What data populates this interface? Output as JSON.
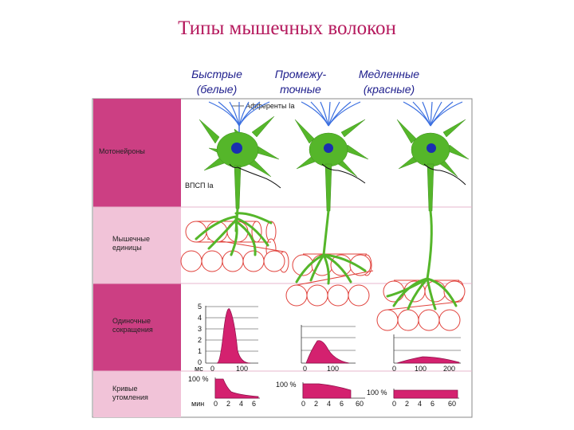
{
  "title": "Типы мышечных волокон",
  "columns": [
    {
      "line1": "Быстрые",
      "line2": "(белые)"
    },
    {
      "line1": "Промежу-",
      "line2": "точные"
    },
    {
      "line1": "Медленные",
      "line2": "(красные)"
    }
  ],
  "rows": [
    {
      "label_lines": [
        "Мотонейроны"
      ],
      "color": "#cc3f83"
    },
    {
      "label_lines": [
        "Мышечные",
        "единицы"
      ],
      "color": "#f1c3d8"
    },
    {
      "label_lines": [
        "Одиночные",
        "сокращения"
      ],
      "color": "#cc3f83"
    },
    {
      "label_lines": [
        "Кривые",
        "утомления"
      ],
      "color": "#f1c3d8"
    }
  ],
  "annotations": {
    "afferents": "Афференты Ia",
    "epsp": "ВПСП Ia"
  },
  "twitch": {
    "y_ticks": [
      "5",
      "4",
      "3",
      "2",
      "1",
      "0"
    ],
    "ms_unit": "мс",
    "fast_x": [
      "0",
      "100"
    ],
    "mid_x": [
      "0",
      "100"
    ],
    "slow_x": [
      "0",
      "100",
      "200"
    ]
  },
  "fatigue": {
    "pct": "100 %",
    "min_unit": "мин",
    "fast_x": [
      "0",
      "2",
      "4",
      "6"
    ],
    "mid_x": [
      "0",
      "2",
      "4",
      "6",
      "60"
    ],
    "slow_x": [
      "0",
      "2",
      "4",
      "6",
      "60"
    ]
  },
  "colors": {
    "title": "#b5195d",
    "header_text": "#1e1e8c",
    "neuron": "#55b62a",
    "nucleus": "#1a2fb0",
    "afferent": "#3b6fe0",
    "muscle_fiber": "#e0403a",
    "curve_fill": "#d4216f"
  }
}
